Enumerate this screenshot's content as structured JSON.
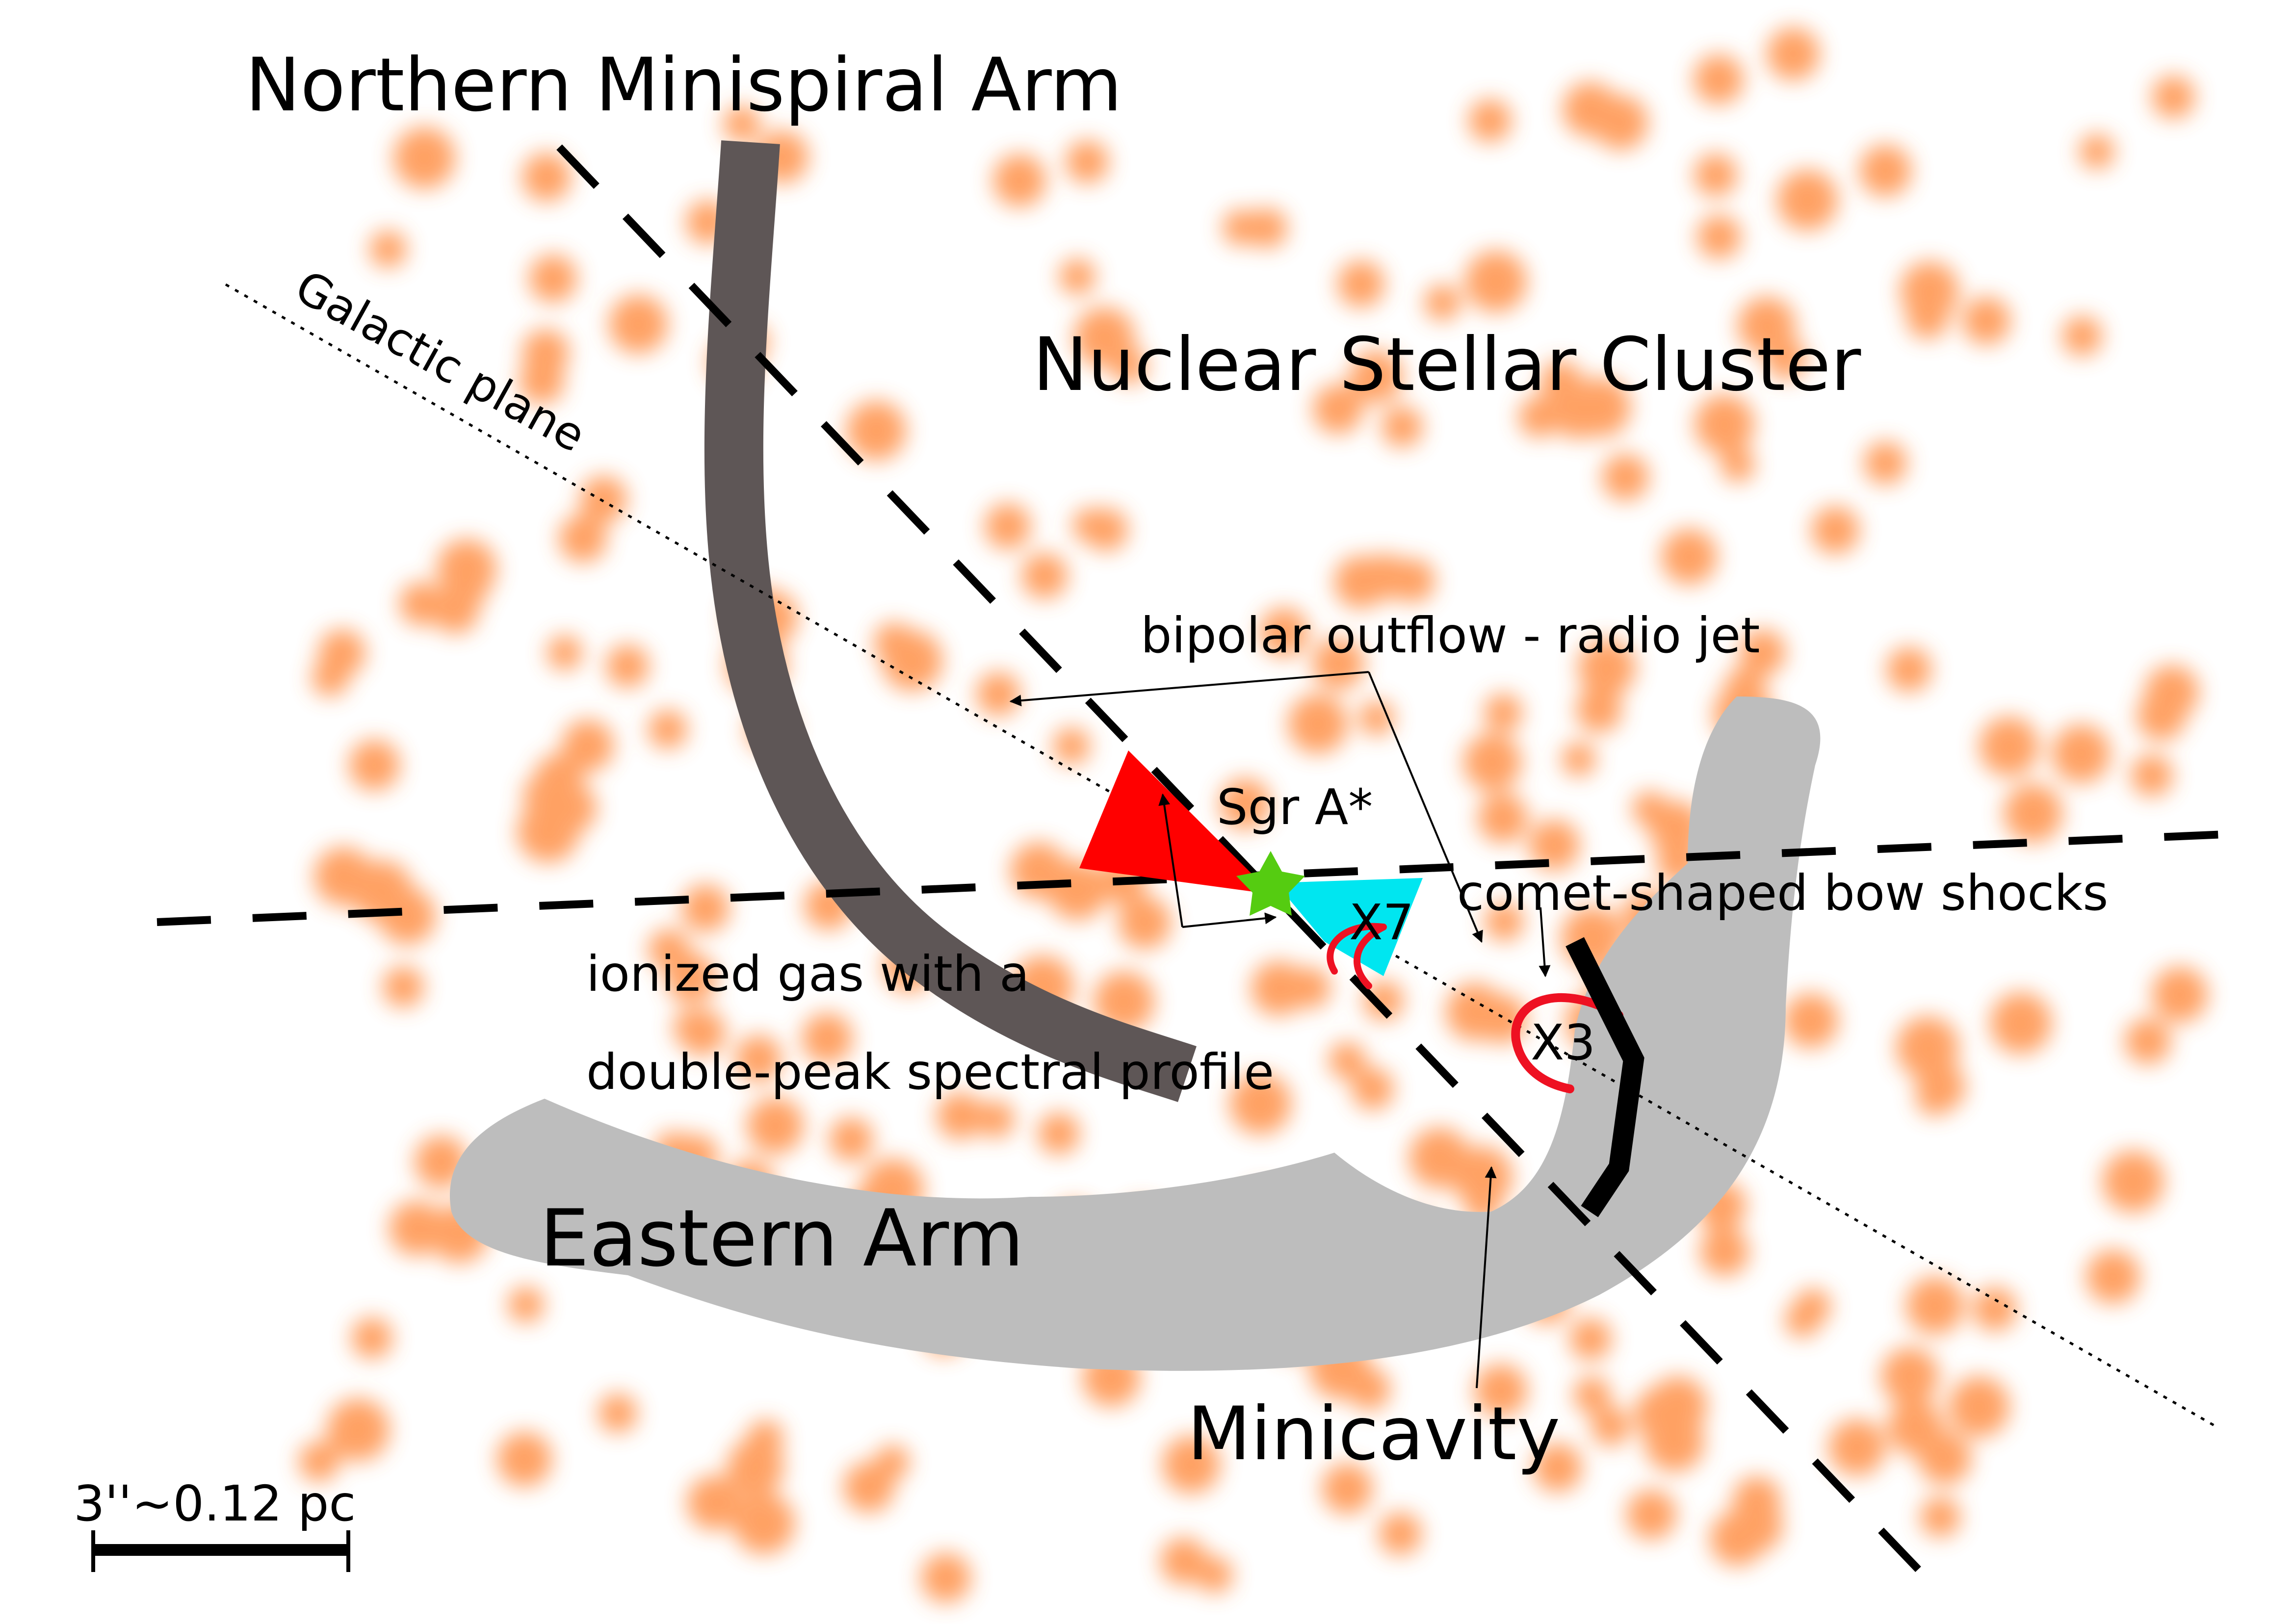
{
  "labels": {
    "northern_arm": "Northern Minispiral Arm",
    "galactic_plane": "Galactic plane",
    "nuclear_cluster": "Nuclear Stellar Cluster",
    "bipolar": "bipolar outflow - radio jet",
    "sgra": "Sgr A*",
    "comet": "comet-shaped bow shocks",
    "x7": "X7",
    "x3": "X3",
    "ionized_1": "ionized gas with a",
    "ionized_2": "double-peak spectral profile",
    "eastern_arm": "Eastern Arm",
    "minicavity": "Minicavity",
    "scale": "3''~0.12 pc"
  },
  "colors": {
    "stars": "#ff8a3d",
    "minispiral": "#5e5656",
    "eastern_arm": "#bdbdbd",
    "red_lobe": "#ff0000",
    "cyan_lobe": "#00e6f0",
    "sgra_star": "#55cc11",
    "bow_shock": "#ee1122"
  }
}
